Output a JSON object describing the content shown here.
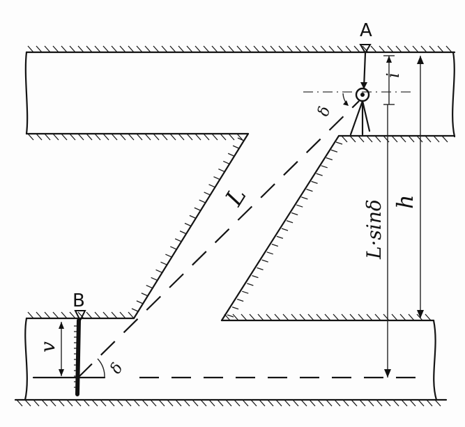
{
  "labels": {
    "point_a": "A",
    "point_b": "B",
    "length": "L",
    "height": "h",
    "projection": "L·sinδ",
    "offset_top": "i",
    "offset_bottom": "v",
    "angle_top": "δ",
    "angle_bottom": "δ"
  }
}
